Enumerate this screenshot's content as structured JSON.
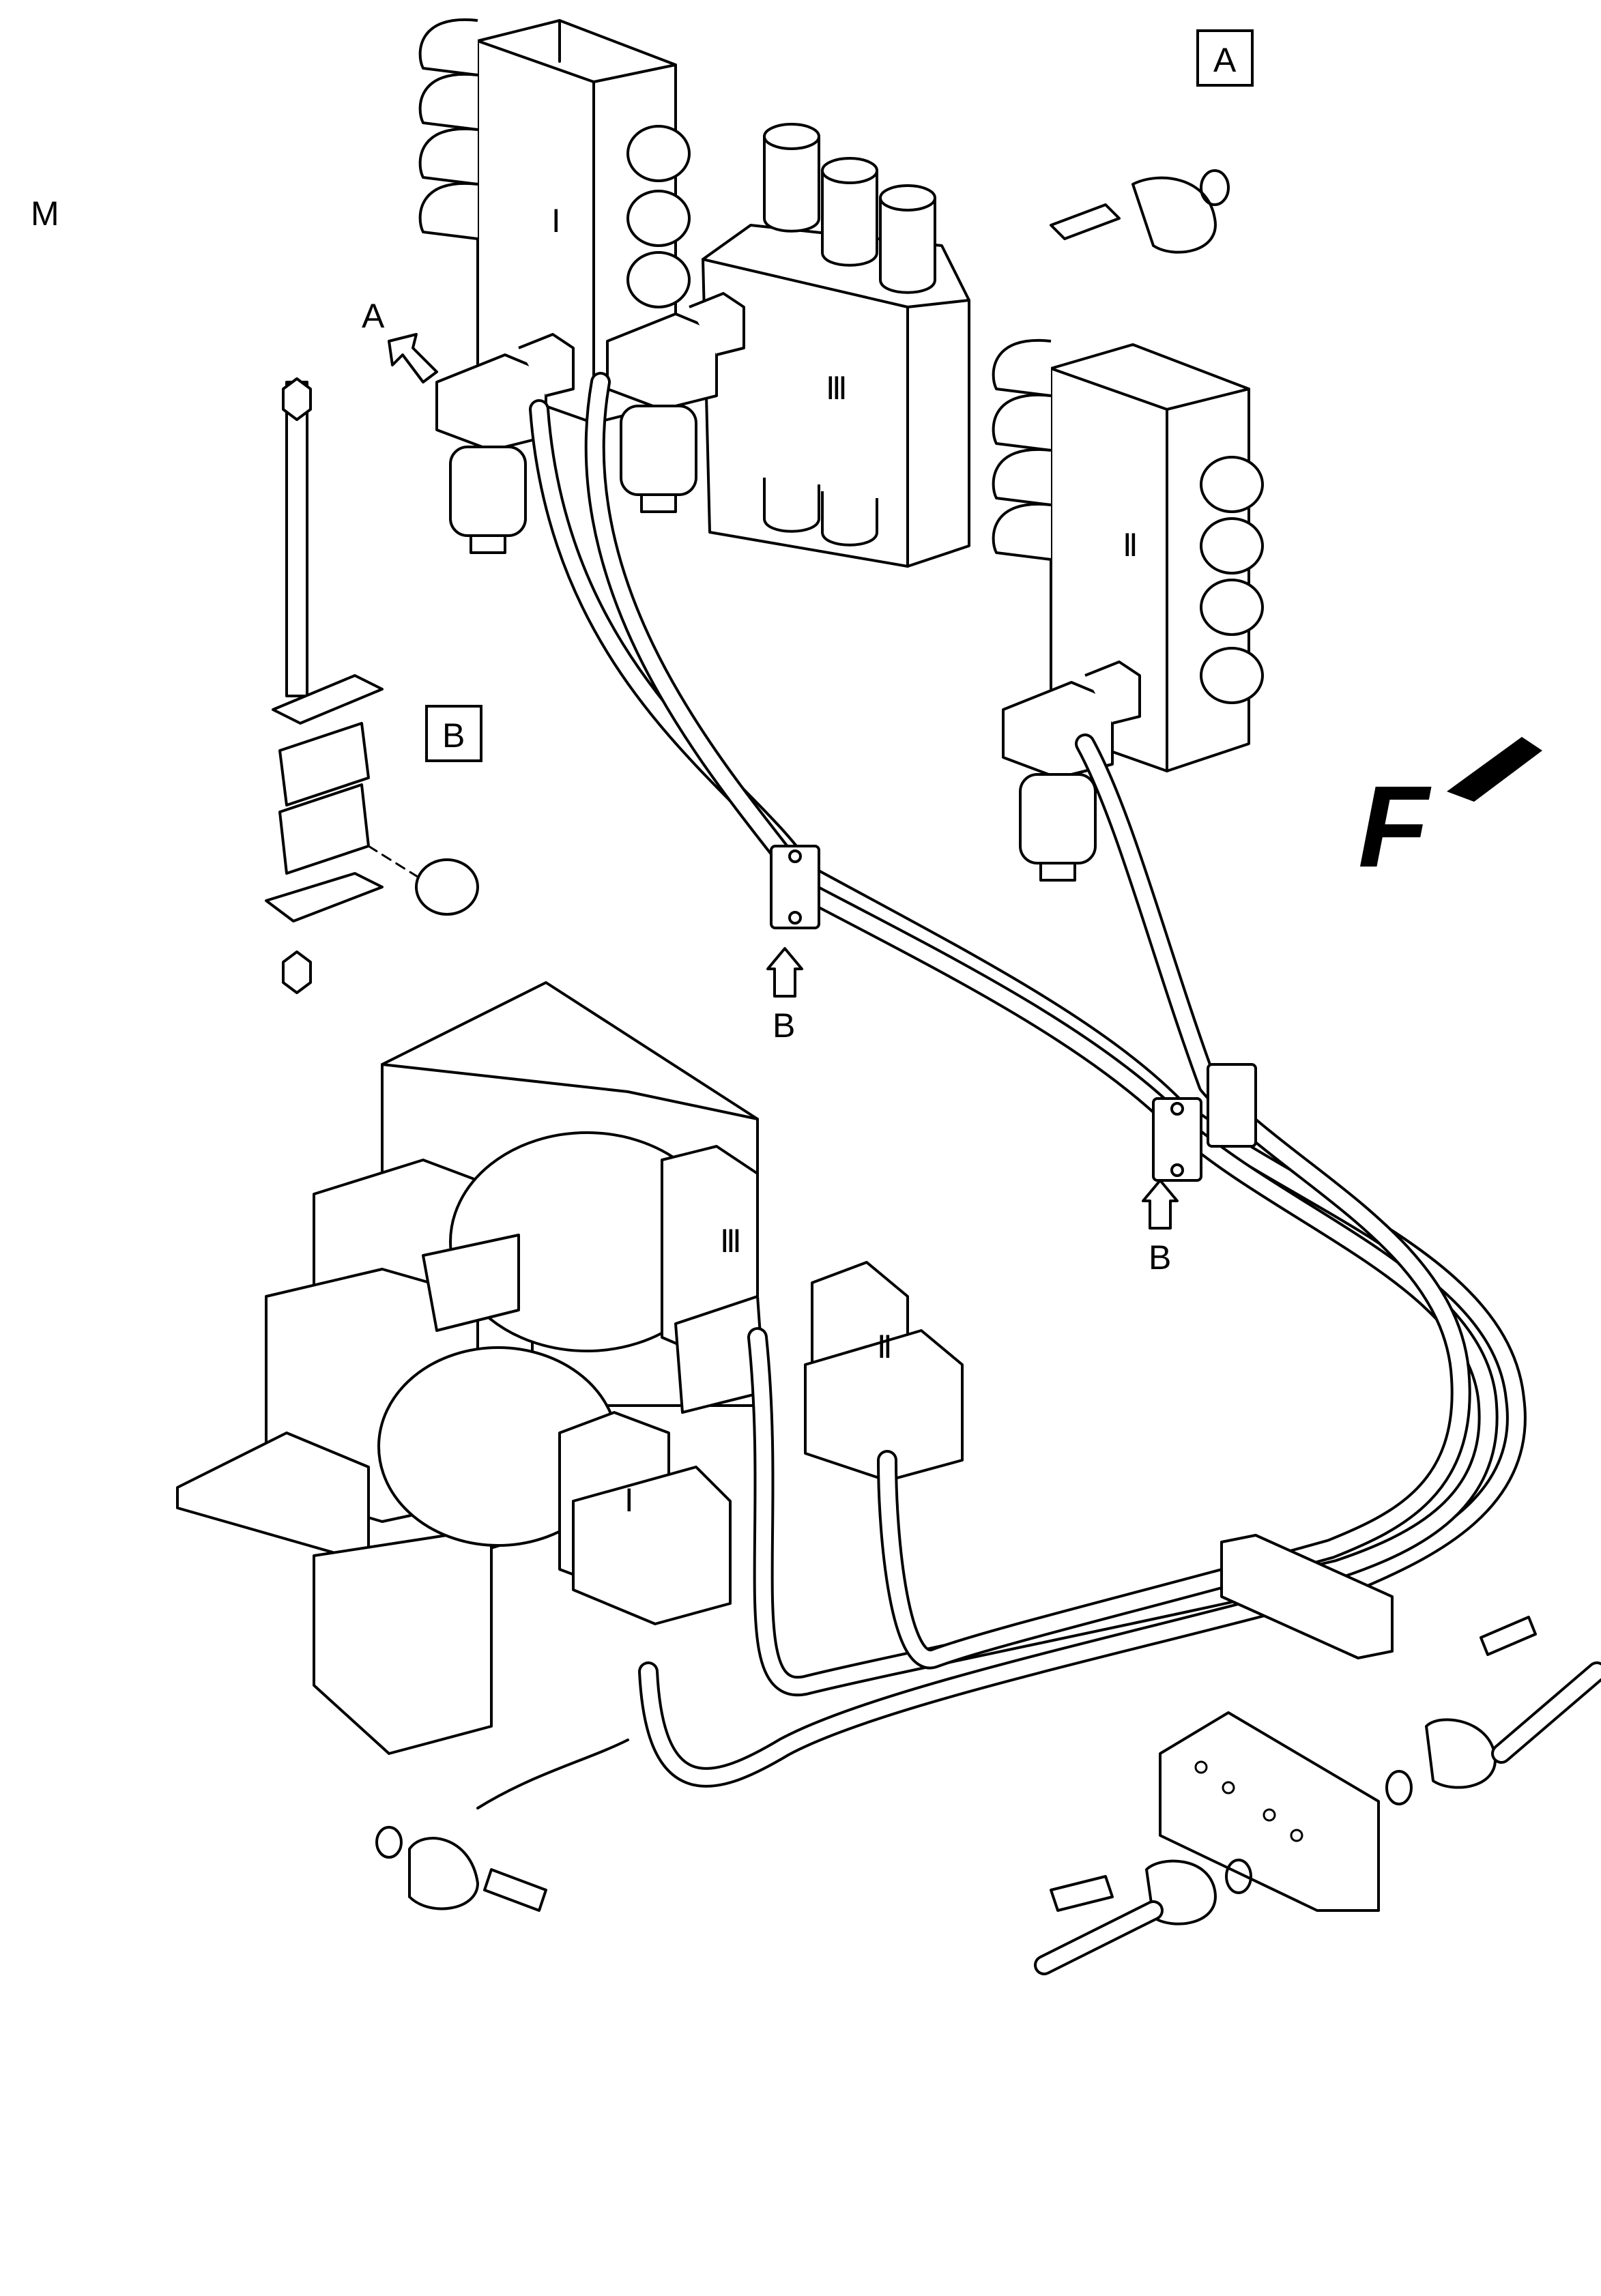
{
  "page_marker": "M",
  "detail_labels": {
    "detail_a": "A",
    "detail_b": "B",
    "view_arrow_a": "A",
    "clamp_arrow_b1": "B",
    "clamp_arrow_b2": "B"
  },
  "valve_labels": {
    "valve_1": "Ⅰ",
    "valve_2": "Ⅱ",
    "valve_3": "Ⅲ"
  },
  "motor_labels": {
    "motor_1": "Ⅰ",
    "motor_2": "Ⅱ",
    "motor_3": "Ⅲ"
  },
  "direction_marker": "F"
}
